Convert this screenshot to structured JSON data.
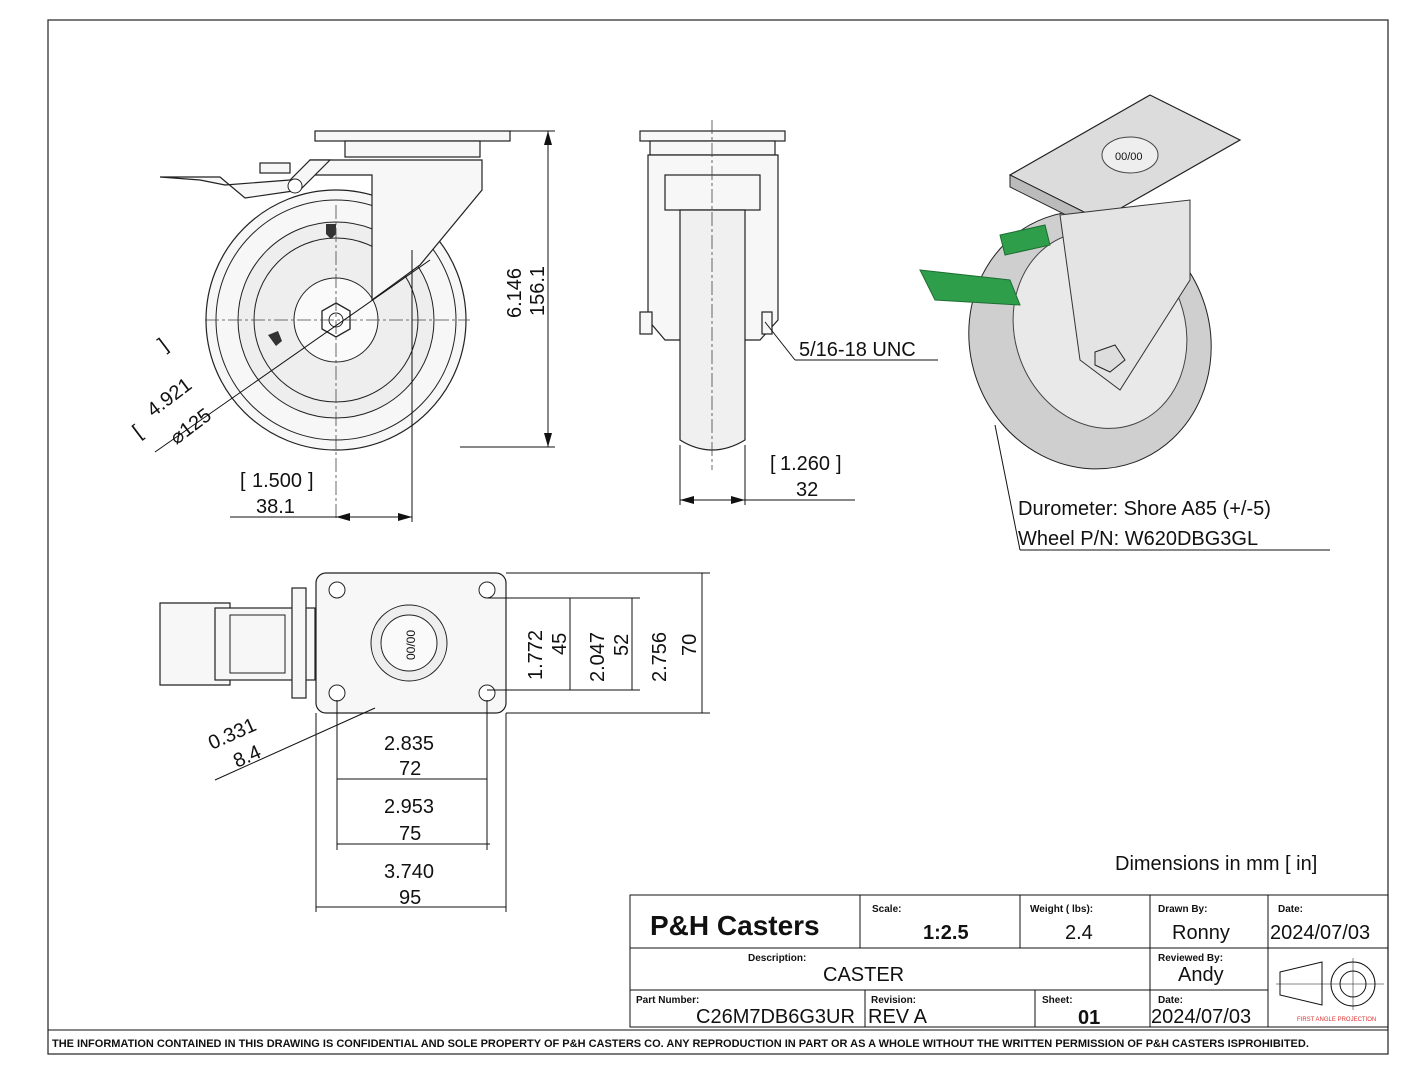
{
  "company": "P&H Casters",
  "title_block": {
    "scale_label": "Scale:",
    "scale": "1:2.5",
    "weight_label": "Weight ( lbs):",
    "weight": "2.4",
    "drawn_by_label": "Drawn By:",
    "drawn_by": "Ronny",
    "date_label": "Date:",
    "date_drawn": "2024/07/03",
    "description_label": "Description:",
    "description": "CASTER",
    "reviewed_by_label": "Reviewed By:",
    "reviewed_by": "Andy",
    "part_number_label": "Part Number:",
    "part_number": "C26M7DB6G3UR",
    "revision_label": "Revision:",
    "revision": "REV A",
    "sheet_label": "Sheet:",
    "sheet": "01",
    "date_reviewed": "2024/07/03",
    "projection_label": "FIRST ANGLE PROJECTION"
  },
  "units_note": "Dimensions in mm [ in]",
  "wheel_note": {
    "durometer": "Durometer: Shore A85 (+/-5)",
    "wheel_pn": "Wheel P/N: W620DBG3GL"
  },
  "thread_callout": "5/16-18 UNC",
  "hub_marking": "00/00",
  "dimensions": {
    "dia_in": "4.921",
    "dia_mm": "125",
    "height_in": "6.146",
    "height_mm": "156.1",
    "offset_in": "1.500",
    "offset_mm": "38.1",
    "width_in": "1.260",
    "width_mm": "32",
    "hole_in": "0.331",
    "hole_mm": "8.4",
    "bolt_y_in": "1.772",
    "bolt_y_mm": "45",
    "plate_inner_y_in": "2.047",
    "plate_inner_y_mm": "52",
    "plate_y_in": "2.756",
    "plate_y_mm": "70",
    "bolt_x_in": "2.835",
    "bolt_x_mm": "72",
    "plate_inner_x_in": "2.953",
    "plate_inner_x_mm": "75",
    "plate_x_in": "3.740",
    "plate_x_mm": "95"
  },
  "footer": "THE INFORMATION CONTAINED IN THIS DRAWING IS CONFIDENTIAL AND SOLE PROPERTY OF P&H CASTERS CO.  ANY REPRODUCTION IN PART OR AS A WHOLE WITHOUT THE WRITTEN PERMISSION OF P&H CASTERS ISPROHIBITED.",
  "colors": {
    "brake_green": "#2e9e4a",
    "projection_red": "#d33"
  }
}
